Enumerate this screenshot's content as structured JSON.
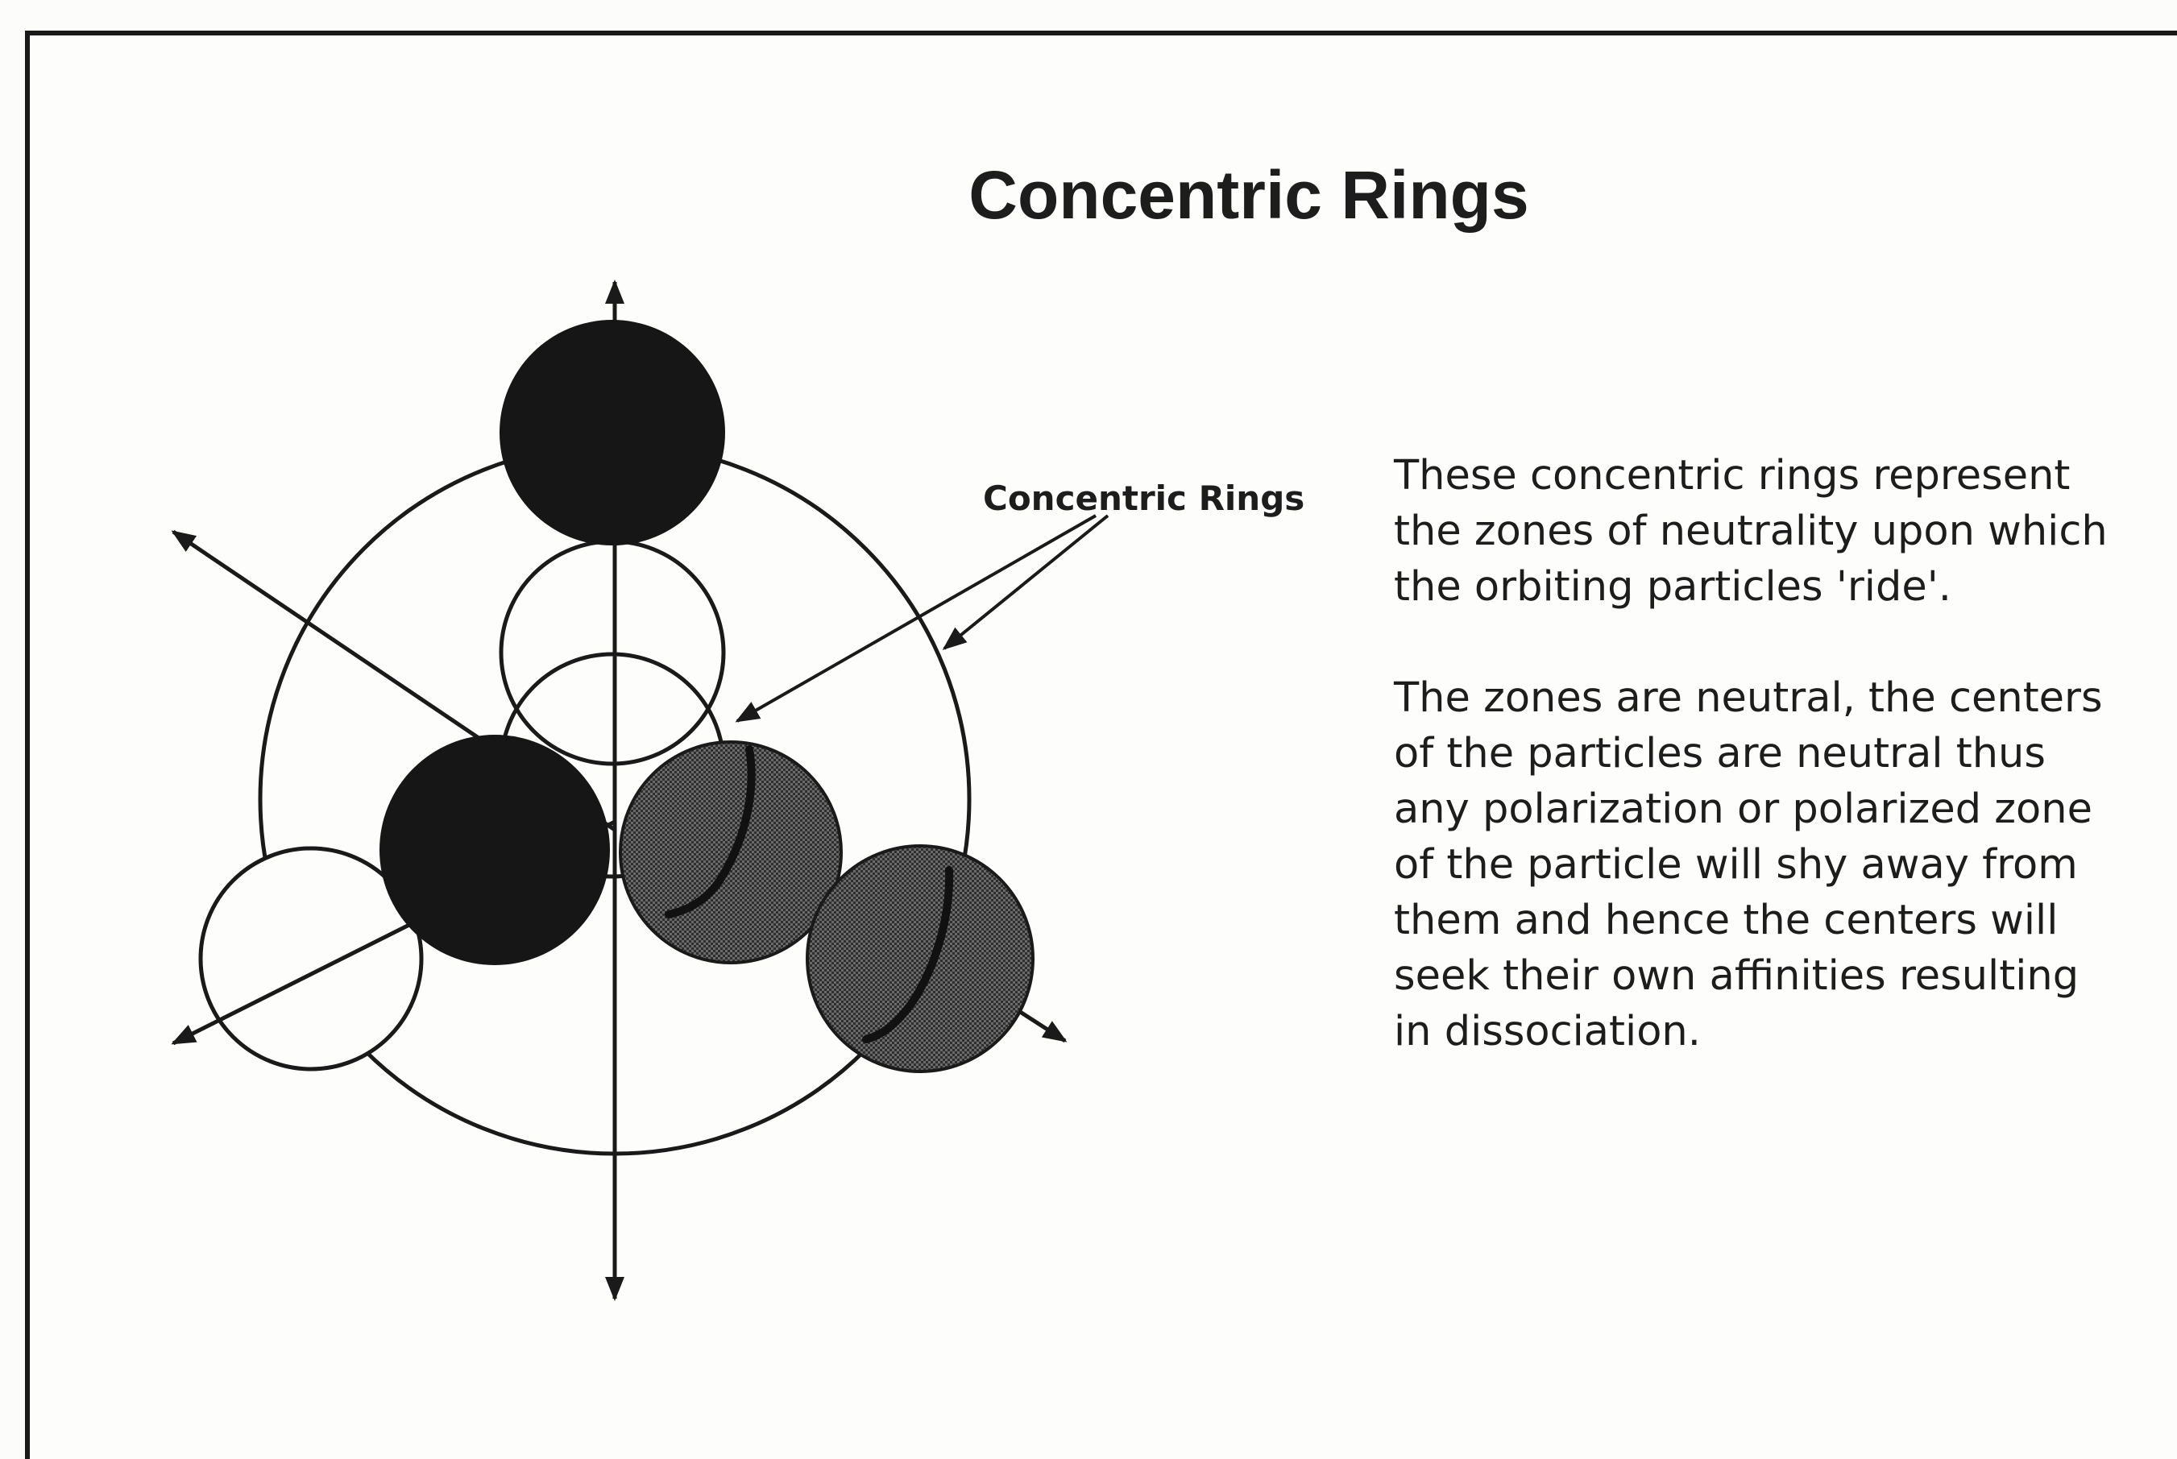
{
  "title": "Concentric Rings",
  "callout_label": "Concentric Rings",
  "description": {
    "paragraph_1": "These concentric rings represent\nthe zones of neutrality upon which\nthe orbiting particles 'ride'.",
    "paragraph_2": "The zones are neutral, the centers\nof the particles are neutral thus\nany polarization or polarized zone\nof the particle will shy away from\nthem and hence the centers will\nseek their own affinities resulting\nin dissociation."
  },
  "colors": {
    "ink": "#1a1a1a",
    "paper": "#fdfdfc",
    "shaded_particle": "#5a5a5a"
  }
}
